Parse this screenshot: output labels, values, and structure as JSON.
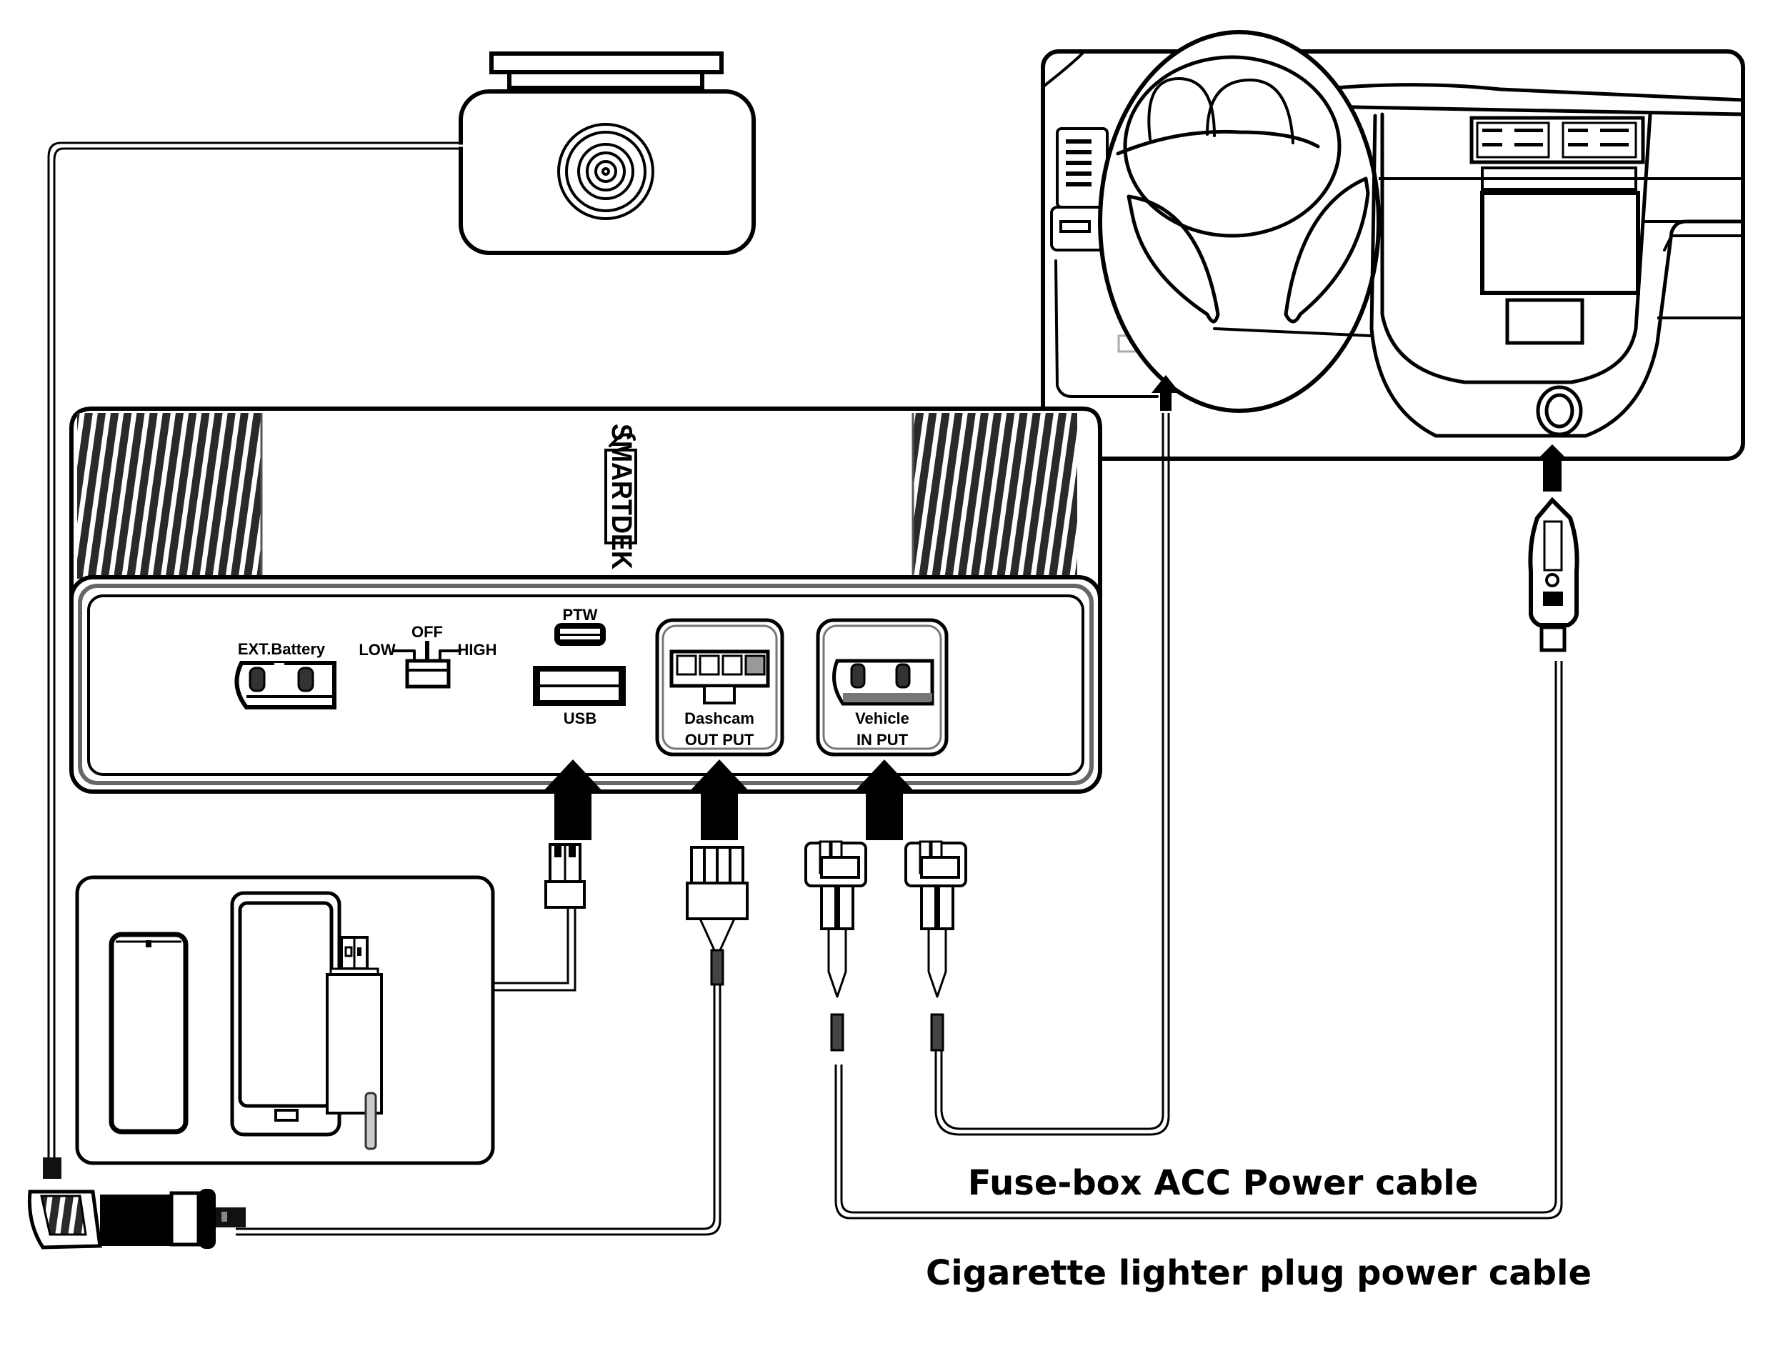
{
  "diagram": {
    "type": "installation-wiring",
    "device": {
      "logo_text": "SMARTDEK",
      "ports": [
        {
          "id": "ext-battery",
          "label": "EXT.Battery"
        },
        {
          "id": "mode-switch",
          "label": "OFF",
          "left": "LOW",
          "right": "HIGH"
        },
        {
          "id": "type-c",
          "label": "PTW"
        },
        {
          "id": "usb",
          "label": "USB"
        },
        {
          "id": "dashcam-output",
          "label": "Dashcam",
          "sublabel": "OUT PUT"
        },
        {
          "id": "vehicle-input",
          "label": "Vehicle",
          "sublabel": "IN PUT"
        }
      ]
    },
    "captions": {
      "fusebox": "Fuse-box ACC Power cable",
      "cigarette": "Cigarette lighter plug power cable"
    },
    "components": [
      "dashcam",
      "car-dashboard",
      "phone",
      "tablet",
      "usb-stick",
      "cigarette-socket",
      "cigarette-plug"
    ]
  }
}
